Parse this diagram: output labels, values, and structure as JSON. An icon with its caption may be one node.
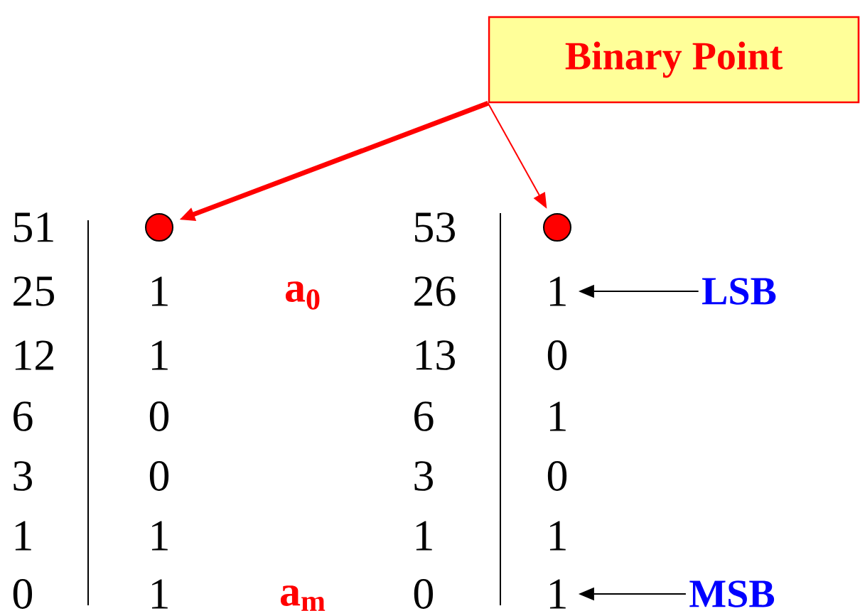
{
  "diagram": {
    "nodes": [
      {
        "text": [
          "Binary Point"
        ]
      },
      {
        "text": [],
        "shape": "circle"
      },
      {
        "text": [],
        "shape": "circle"
      },
      {
        "text": [
          "1"
        ]
      },
      {
        "text": [
          "LSB"
        ]
      },
      {
        "text": [
          "1"
        ]
      },
      {
        "text": [
          "MSB"
        ]
      }
    ],
    "edges": [
      {
        "from": 0,
        "to": 1,
        "arrow": "to",
        "style": "thick",
        "color": "#ff0000"
      },
      {
        "from": 0,
        "to": 2,
        "arrow": "to",
        "color": "#ff0000"
      },
      {
        "from": 4,
        "to": 3,
        "arrow": "to",
        "color": "#000000"
      },
      {
        "from": 6,
        "to": 5,
        "arrow": "to",
        "color": "#000000"
      }
    ],
    "labels": [
      "51",
      "53",
      "25",
      "1",
      "a$_{0}$",
      "26",
      "12",
      "1",
      "13",
      "0",
      "6",
      "0",
      "6",
      "1",
      "3",
      "0",
      "3",
      "0",
      "1",
      "1",
      "1",
      "1",
      "0",
      "1",
      "a$_{m}$",
      "0"
    ]
  }
}
